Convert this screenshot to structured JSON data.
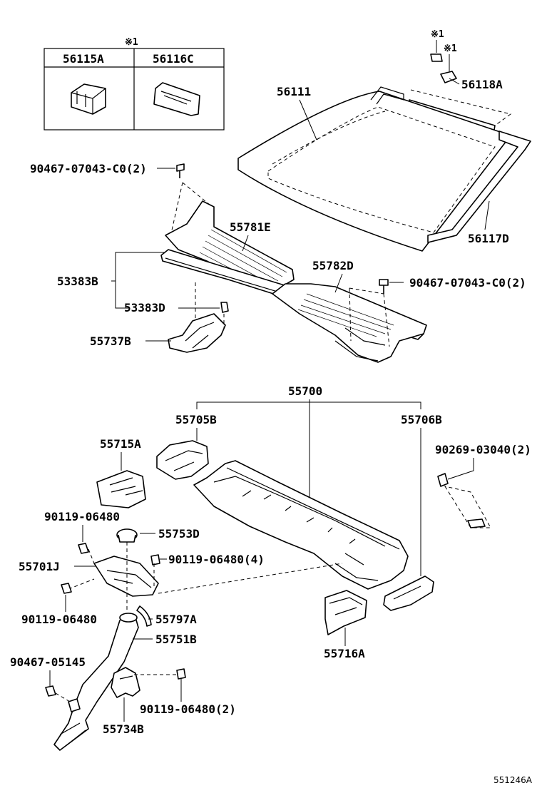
{
  "legend_box": {
    "note_mark": "※1",
    "col_1": "56115A",
    "col_2": "56116C"
  },
  "labels": {
    "note_mark_a": "※1",
    "note_mark_b": "※1",
    "p56118A": "56118A",
    "p56111": "56111",
    "p56117D": "56117D",
    "p90467_a": "90467-07043-C0(2)",
    "p55781E": "55781E",
    "p53383B": "53383B",
    "p55782D": "55782D",
    "p90467_b": "90467-07043-C0(2)",
    "p53383D": "53383D",
    "p55737B": "55737B",
    "p55700": "55700",
    "p55705B": "55705B",
    "p55706B": "55706B",
    "p55715A": "55715A",
    "p90269": "90269-03040(2)",
    "p90119_a": "90119-06480",
    "p55753D": "55753D",
    "p55701J": "55701J",
    "p90119_b": "90119-06480(4)",
    "p90119_c": "90119-06480",
    "p55797A": "55797A",
    "p55751B": "55751B",
    "p55716A": "55716A",
    "p90467_c": "90467-05145",
    "p90119_d": "90119-06480(2)",
    "p55734B": "55734B"
  },
  "diagram_id": "551246A"
}
